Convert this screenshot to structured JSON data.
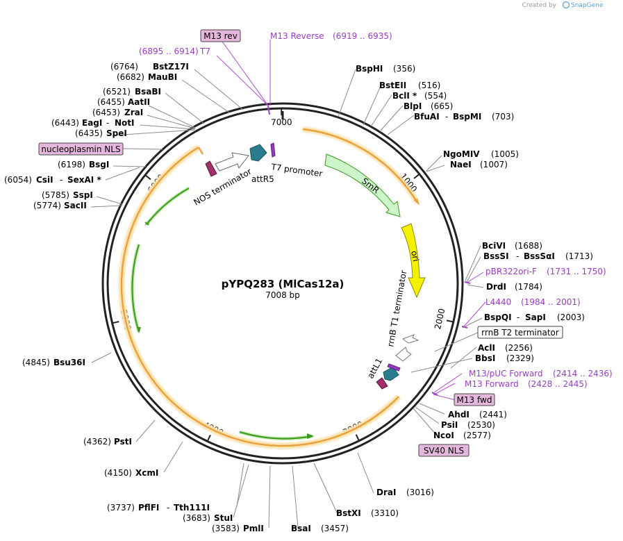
{
  "plasmid": {
    "name": "pYPQ283 (MlCas12a)",
    "length": "7008 bp"
  },
  "credit": {
    "prefix": "Created by",
    "brand": "SnapGene"
  },
  "ticks": [
    "1000",
    "2000",
    "3000",
    "4000",
    "5000",
    "6000",
    "7000"
  ],
  "features": {
    "smr": "SmR",
    "ori": "ori",
    "t7_promoter": "T7 promoter",
    "attr5": "attR5",
    "nos_terminator": "NOS terminator",
    "rrnb_t1": "rrnB T1 terminator",
    "attl1": "attL1"
  },
  "boxed": {
    "m13_rev": "M13 rev",
    "nucleoplasmin": "nucleoplasmin NLS",
    "rrnb_t2": "rrnB T2 terminator",
    "m13_fwd": "M13 fwd",
    "sv40": "SV40 NLS"
  },
  "labels": {
    "m13_reverse": {
      "name": "M13 Reverse",
      "pos": "(6919 .. 6935)"
    },
    "t7": {
      "pos": "(6895 .. 6914)",
      "name": "T7"
    },
    "bstz17i": {
      "pos": "(6764)",
      "name": "BstZ17I"
    },
    "maubi": {
      "pos": "(6682)",
      "name": "MauBI"
    },
    "bsabi": {
      "pos": "(6521)",
      "name": "BsaBI"
    },
    "aatii": {
      "pos": "(6455)",
      "name": "AatII"
    },
    "zrai": {
      "pos": "(6453)",
      "name": "ZraI"
    },
    "eagi": {
      "pos": "(6443)",
      "name": "EagI",
      "sep": "-",
      "name2": "NotI"
    },
    "spei": {
      "pos": "(6435)",
      "name": "SpeI"
    },
    "bsgi": {
      "pos": "(6198)",
      "name": "BsgI"
    },
    "csii": {
      "pos": "(6054)",
      "name": "CsiI",
      "sep": "-",
      "name2": "SexAI *"
    },
    "sspi": {
      "pos": "(5785)",
      "name": "SspI"
    },
    "sacii": {
      "pos": "(5774)",
      "name": "SacII"
    },
    "bsu36i": {
      "pos": "(4845)",
      "name": "Bsu36I"
    },
    "psti": {
      "pos": "(4362)",
      "name": "PstI"
    },
    "xcmi": {
      "pos": "(4150)",
      "name": "XcmI"
    },
    "pflfi": {
      "pos": "(3737)",
      "name": "PflFI",
      "sep": "-",
      "name2": "Tth111I"
    },
    "stui": {
      "pos": "(3683)",
      "name": "StuI"
    },
    "pmli": {
      "pos": "(3583)",
      "name": "PmlI"
    },
    "bsai": {
      "name": "BsaI",
      "pos": "(3457)"
    },
    "bstxi": {
      "name": "BstXI",
      "pos": "(3310)"
    },
    "drai": {
      "name": "DraI",
      "pos": "(3016)"
    },
    "ncoi": {
      "name": "NcoI",
      "pos": "(2577)"
    },
    "psii": {
      "name": "PsiI",
      "pos": "(2530)"
    },
    "ahdi": {
      "name": "AhdI",
      "pos": "(2441)"
    },
    "m13_forward": {
      "name": "M13 Forward",
      "pos": "(2428 .. 2445)"
    },
    "m13_puc": {
      "name": "M13/pUC Forward",
      "pos": "(2414 .. 2436)"
    },
    "bbsi": {
      "name": "BbsI",
      "pos": "(2329)"
    },
    "acli": {
      "name": "AclI",
      "pos": "(2256)"
    },
    "bspqi": {
      "name": "BspQI",
      "sep": "-",
      "name2": "SapI",
      "pos": "(2003)"
    },
    "l4440": {
      "name": "L4440",
      "pos": "(1984 .. 2001)"
    },
    "drdi": {
      "name": "DrdI",
      "pos": "(1784)"
    },
    "pbr322ori": {
      "name": "pBR322ori-F",
      "pos": "(1731 .. 1750)"
    },
    "bsssi": {
      "name": "BssSI",
      "sep": "-",
      "name2": "BssSαI",
      "pos": "(1713)"
    },
    "bcivi": {
      "name": "BciVI",
      "pos": "(1688)"
    },
    "naei": {
      "name": "NaeI",
      "pos": "(1007)"
    },
    "ngomiv": {
      "name": "NgoMIV",
      "pos": "(1005)"
    },
    "bfuai": {
      "name": "BfuAI",
      "sep": "-",
      "name2": "BspMI",
      "pos": "(703)"
    },
    "blpi": {
      "name": "BlpI",
      "pos": "(665)"
    },
    "bcli": {
      "name": "BclI *",
      "pos": "(554)"
    },
    "bsteii": {
      "name": "BstEII",
      "pos": "(516)"
    },
    "bsphi": {
      "name": "BspHI",
      "pos": "(356)"
    }
  },
  "colors": {
    "backbone": "#222222",
    "orange_feature": "#e8a23c",
    "orange_glow": "#fbe2b0",
    "green_arrow": "#3a9a1a",
    "smr_fill": "#ccf5cc",
    "ori_fill": "#f5f000",
    "teal_fill": "#2a7c8c",
    "maroon_fill": "#a0306a",
    "primer": "#9b3bc8",
    "box_fill": "#e6b7dd"
  }
}
